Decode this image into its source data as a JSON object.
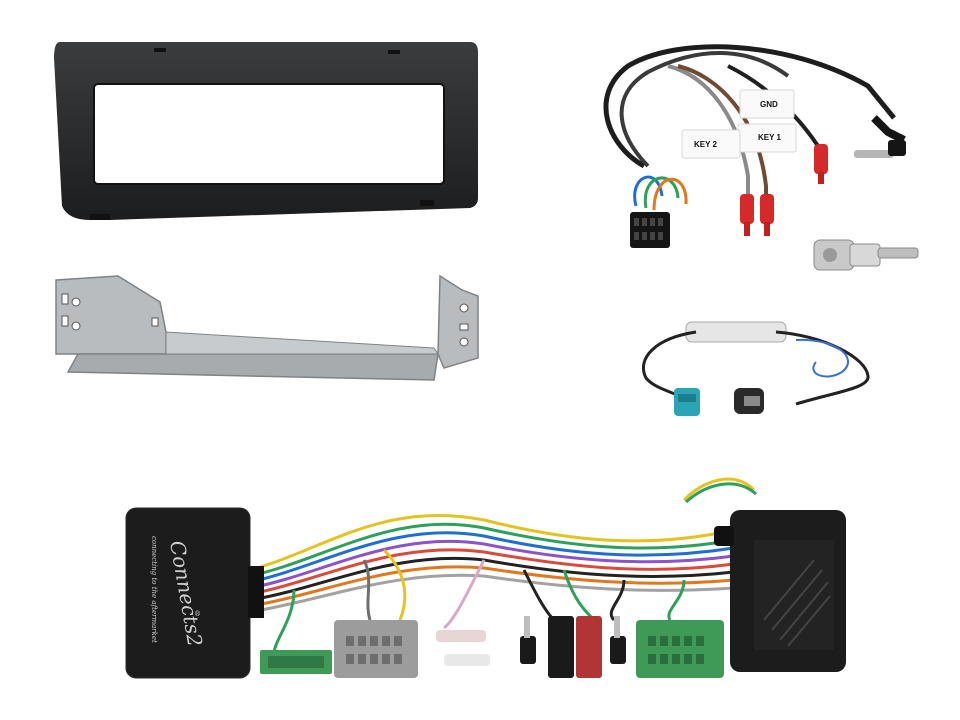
{
  "labels": {
    "gnd": "GND",
    "key1": "KEY 1",
    "key2": "KEY 2"
  },
  "brand": {
    "logo": "Connects2",
    "tagline": "connecting to the aftermarket",
    "registered": "®"
  },
  "colors": {
    "fascia": "#26282a",
    "bracket": "#b9bcbf",
    "connector_red": "#d62a2a",
    "connector_green": "#3f9a58",
    "connector_grey": "#9c9c9c",
    "connector_blue_fakra": "#2aa5b5",
    "interface_box": "#1c1c1c"
  },
  "parts": [
    "fascia-panel",
    "mounting-bracket",
    "patch-lead",
    "iso-aerial-adapter",
    "fakra-aerial-adapter",
    "steering-control-interface"
  ]
}
